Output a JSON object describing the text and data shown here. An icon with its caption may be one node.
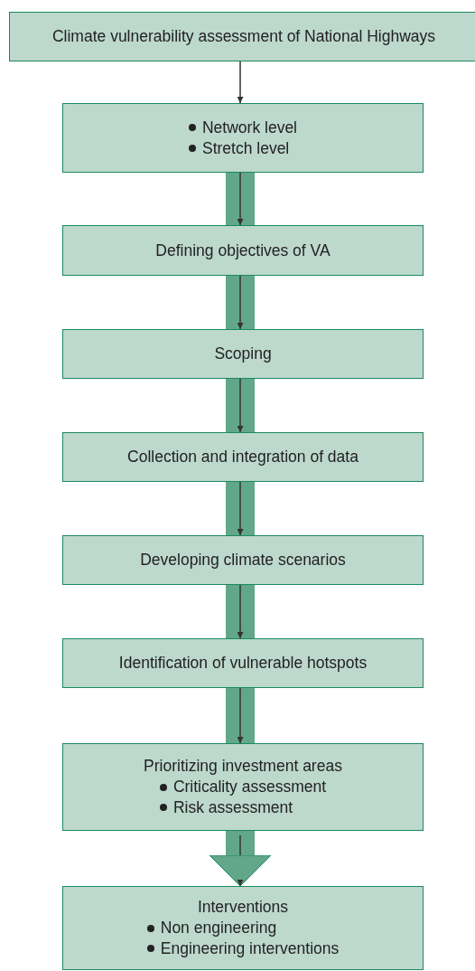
{
  "diagram": {
    "nodes": [
      {
        "text": [
          "Climate vulnerability assessment of National Highways"
        ]
      },
      {
        "text": [
          "Network level",
          "Stretch level"
        ]
      },
      {
        "text": [
          "Defining objectives of VA"
        ]
      },
      {
        "text": [
          "Scoping"
        ]
      },
      {
        "text": [
          "Collection and integration of data"
        ]
      },
      {
        "text": [
          "Developing climate scenarios"
        ]
      },
      {
        "text": [
          "Identification of vulnerable hotspots"
        ]
      },
      {
        "text": [
          "Prioritizing investment areas",
          "Criticality assessment",
          "Risk assessment"
        ]
      },
      {
        "text": [
          "Interventions",
          "Non engineering",
          "Engineering interventions"
        ]
      }
    ],
    "edges": [
      {
        "from": 0,
        "to": 1,
        "arrow": "to"
      },
      {
        "from": 1,
        "to": 2,
        "arrow": "to"
      },
      {
        "from": 2,
        "to": 3,
        "arrow": "to"
      },
      {
        "from": 3,
        "to": 4,
        "arrow": "to"
      },
      {
        "from": 4,
        "to": 5,
        "arrow": "to"
      },
      {
        "from": 5,
        "to": 6,
        "arrow": "to"
      },
      {
        "from": 6,
        "to": 7,
        "arrow": "to"
      },
      {
        "from": 7,
        "to": 8,
        "arrow": "to",
        "style": "thick",
        "color": "#62a78a"
      }
    ]
  }
}
